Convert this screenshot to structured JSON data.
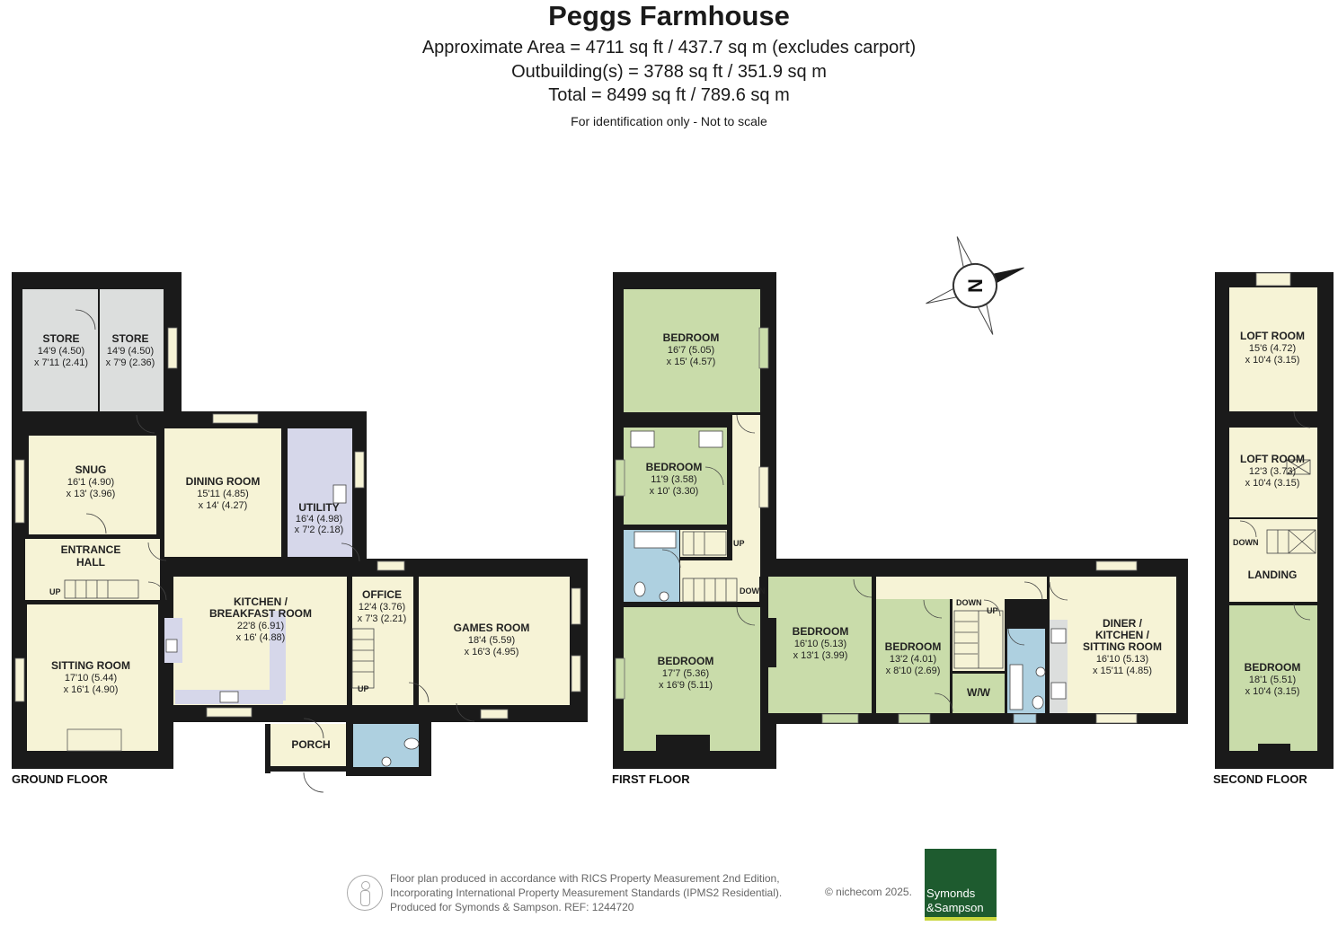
{
  "header": {
    "title": "Peggs Farmhouse",
    "area_line": "Approximate Area = 4711 sq ft / 437.7 sq m (excludes carport)",
    "outbuilding_line": "Outbuilding(s) = 3788 sq ft / 351.9 sq m",
    "total_line": "Total = 8499 sq ft / 789.6 sq m",
    "note": "For identification only - Not to scale"
  },
  "floors": {
    "ground": {
      "label": "GROUND FLOOR",
      "rooms": {
        "store1": {
          "name": "STORE",
          "dim1": "14'9 (4.50)",
          "dim2": "x 7'11 (2.41)"
        },
        "store2": {
          "name": "STORE",
          "dim1": "14'9 (4.50)",
          "dim2": "x 7'9 (2.36)"
        },
        "snug": {
          "name": "SNUG",
          "dim1": "16'1 (4.90)",
          "dim2": "x 13' (3.96)"
        },
        "dining": {
          "name": "DINING ROOM",
          "dim1": "15'11 (4.85)",
          "dim2": "x 14' (4.27)"
        },
        "utility": {
          "name": "UTILITY",
          "dim1": "16'4 (4.98)",
          "dim2": "x 7'2 (2.18)"
        },
        "entrance": {
          "name": "ENTRANCE",
          "name2": "HALL"
        },
        "kitchen": {
          "name": "KITCHEN /",
          "name2": "BREAKFAST ROOM",
          "dim1": "22'8 (6.91)",
          "dim2": "x 16' (4.88)"
        },
        "office": {
          "name": "OFFICE",
          "dim1": "12'4 (3.76)",
          "dim2": "x 7'3 (2.21)"
        },
        "games": {
          "name": "GAMES ROOM",
          "dim1": "18'4 (5.59)",
          "dim2": "x 16'3 (4.95)"
        },
        "sitting": {
          "name": "SITTING ROOM",
          "dim1": "17'10 (5.44)",
          "dim2": "x 16'1 (4.90)"
        },
        "porch": {
          "name": "PORCH"
        }
      },
      "up1": "UP",
      "up2": "UP"
    },
    "first": {
      "label": "FIRST FLOOR",
      "rooms": {
        "bed1": {
          "name": "BEDROOM",
          "dim1": "16'7 (5.05)",
          "dim2": "x 15' (4.57)"
        },
        "bed2": {
          "name": "BEDROOM",
          "dim1": "11'9 (3.58)",
          "dim2": "x 10' (3.30)"
        },
        "bed3": {
          "name": "BEDROOM",
          "dim1": "17'7 (5.36)",
          "dim2": "x 16'9 (5.11)"
        },
        "bed4": {
          "name": "BEDROOM",
          "dim1": "16'10 (5.13)",
          "dim2": "x 13'1 (3.99)"
        },
        "bed5": {
          "name": "BEDROOM",
          "dim1": "13'2 (4.01)",
          "dim2": "x 8'10 (2.69)"
        },
        "wiw": {
          "name": "W/W"
        },
        "diner": {
          "name": "DINER /",
          "name2": "KITCHEN /",
          "name3": "SITTING ROOM",
          "dim1": "16'10 (5.13)",
          "dim2": "x 15'11 (4.85)"
        }
      },
      "up": "UP",
      "down1": "DOWN",
      "down2": "DOWN",
      "up2": "UP"
    },
    "second": {
      "label": "SECOND FLOOR",
      "rooms": {
        "loft1": {
          "name": "LOFT ROOM",
          "dim1": "15'6 (4.72)",
          "dim2": "x 10'4 (3.15)"
        },
        "loft2": {
          "name": "LOFT ROOM",
          "dim1": "12'3 (3.73)",
          "dim2": "x 10'4 (3.15)"
        },
        "landing": {
          "name": "LANDING"
        },
        "bed": {
          "name": "BEDROOM",
          "dim1": "18'1 (5.51)",
          "dim2": "x 10'4 (3.15)"
        }
      },
      "down": "DOWN"
    }
  },
  "compass": {
    "letter": "N",
    "icon": "north-arrow-icon"
  },
  "footer": {
    "line1": "Floor plan produced in accordance with RICS Property Measurement 2nd Edition,",
    "line2": "Incorporating International Property Measurement Standards (IPMS2 Residential).",
    "line3": "Produced for Symonds & Sampson.   REF:  1244720",
    "copyright": "© nichecom 2025.",
    "logo_line1": "Symonds",
    "logo_line2": "&Sampson"
  },
  "colors": {
    "green_room": "#c9dcaa",
    "cream_room": "#f6f3d6",
    "grey_room": "#dcdedd",
    "utility": "#d6d7ea",
    "bathroom": "#aed0e0",
    "wall": "#1a1a1a",
    "logo": "#1e5b2f"
  }
}
